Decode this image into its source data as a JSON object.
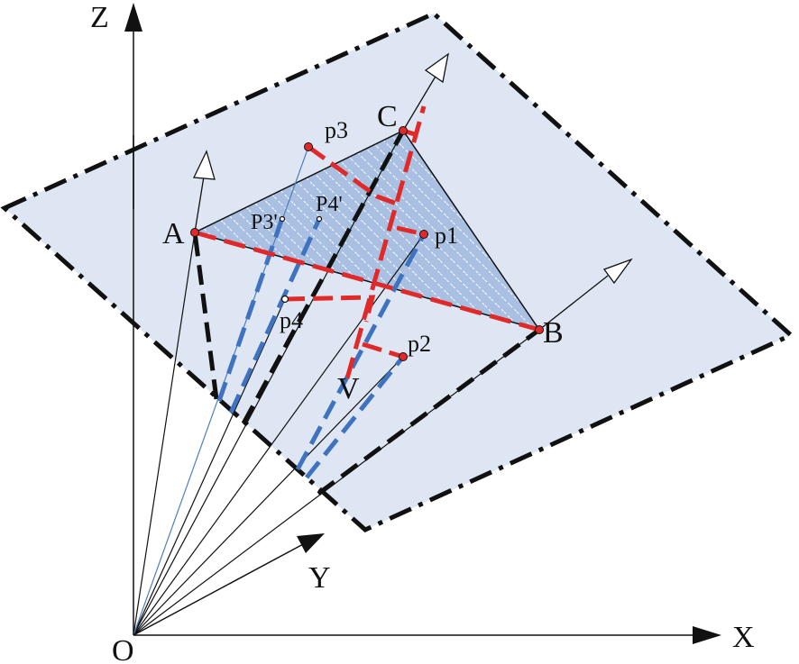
{
  "axes": {
    "origin": "O",
    "x": "X",
    "y": "Y",
    "z": "Z"
  },
  "vertices": {
    "a": "A",
    "b": "B",
    "c": "C",
    "v": "V"
  },
  "points": {
    "p1": "p1",
    "p2": "p2",
    "p3": "p3",
    "p4": "p4",
    "p3_prime": "P3'",
    "p4_prime": "P4'"
  },
  "colors": {
    "plane_fill": "#dde6f2",
    "triangle_fill": "#a9c0e2",
    "red_dash": "#e02a2a",
    "blue_dash": "#3f73bf",
    "black": "#111111",
    "thin_blue": "#4f7fc0"
  }
}
